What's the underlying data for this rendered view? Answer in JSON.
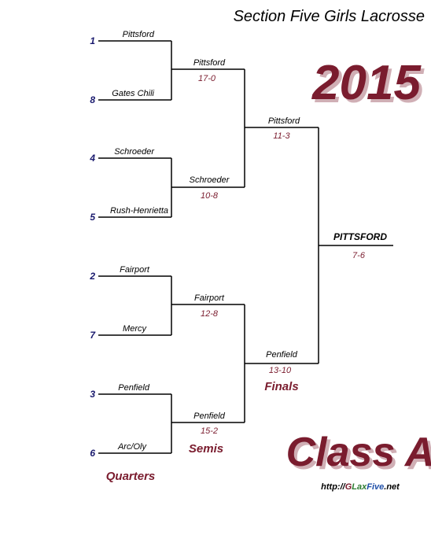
{
  "title": "Section Five Girls Lacrosse",
  "year": "2015",
  "class_label": "Class A",
  "rounds": {
    "quarters": "Quarters",
    "semis": "Semis",
    "finals": "Finals"
  },
  "quarterfinals": [
    {
      "seed": "1",
      "team": "Pittsford"
    },
    {
      "seed": "8",
      "team": "Gates Chili"
    },
    {
      "seed": "4",
      "team": "Schroeder"
    },
    {
      "seed": "5",
      "team": "Rush-Henrietta"
    },
    {
      "seed": "2",
      "team": "Fairport"
    },
    {
      "seed": "7",
      "team": "Mercy"
    },
    {
      "seed": "3",
      "team": "Penfield"
    },
    {
      "seed": "6",
      "team": "Arc/Oly"
    }
  ],
  "semifinals": [
    {
      "team": "Pittsford",
      "score": "17-0"
    },
    {
      "team": "Schroeder",
      "score": "10-8"
    },
    {
      "team": "Fairport",
      "score": "12-8"
    },
    {
      "team": "Penfield",
      "score": "15-2"
    }
  ],
  "finals": [
    {
      "team": "Pittsford",
      "score": "11-3"
    },
    {
      "team": "Penfield",
      "score": "13-10"
    }
  ],
  "champion": {
    "team": "PITTSFORD",
    "score": "7-6"
  },
  "url": {
    "prefix": "http://",
    "g": "G",
    "lax": "Lax",
    "five": "Five",
    "suffix": ".net"
  },
  "colors": {
    "accent": "#7a1c2e",
    "seed": "#1a1a6e",
    "lax_green": "#2e7d32",
    "five_blue": "#1f4fa8"
  }
}
